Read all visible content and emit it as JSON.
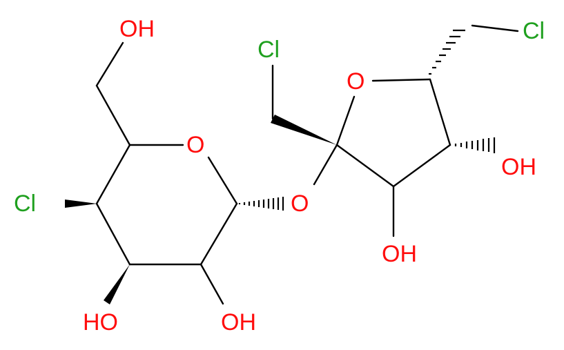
{
  "colors": {
    "oxygen": "#ff0d0d",
    "chlorine": "#1fa01f",
    "bond": "#000000"
  },
  "atoms": {
    "oh_top": "OH",
    "o_ring_glucose": "O",
    "cl_left": "Cl",
    "o_glycosidic": "O",
    "oh_bottom_left": "HO",
    "oh_bottom_mid": "OH",
    "cl_top_middle": "Cl",
    "o_ring_fructose": "O",
    "cl_top_right": "Cl",
    "oh_right": "OH",
    "oh_fructose_bottom": "OH"
  }
}
